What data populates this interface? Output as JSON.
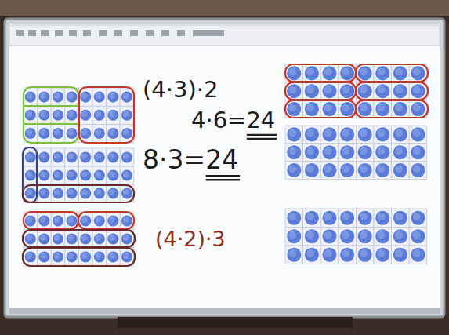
{
  "diagram": {
    "labels": [
      "(4·3)·2",
      "4·6=24",
      "8·3=24",
      "(4·2)·3"
    ]
  }
}
